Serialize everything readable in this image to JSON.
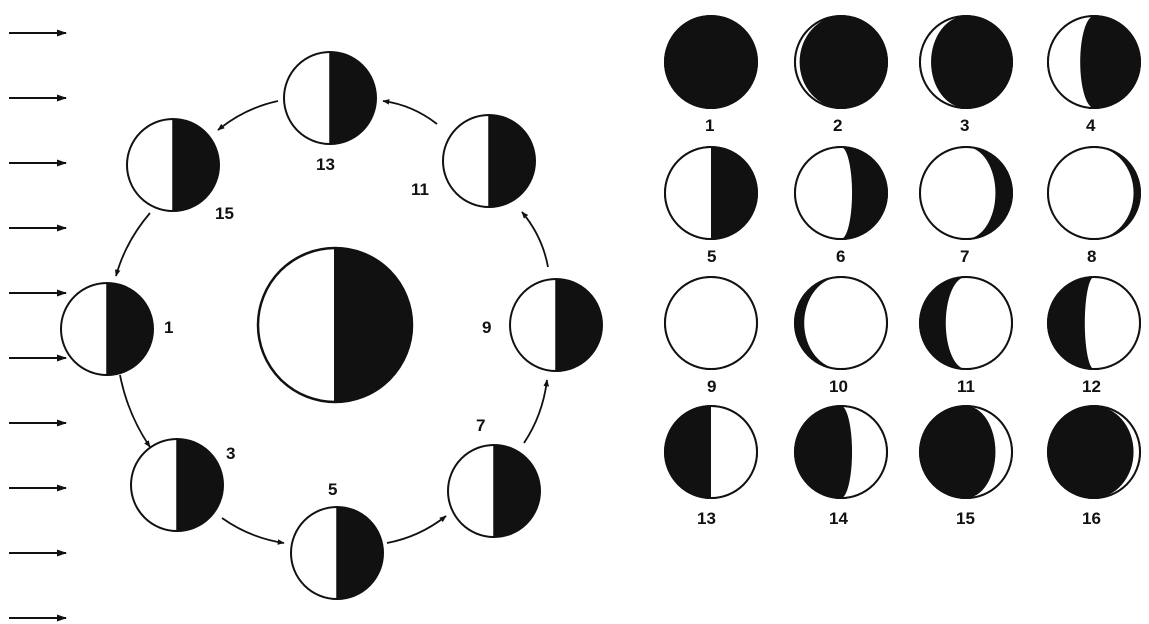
{
  "diagram": {
    "colors": {
      "ink": "#111111",
      "lit": "#ffffff"
    },
    "sunlight_arrows": {
      "count": 10
    },
    "orbit": {
      "center_body": "earth",
      "moons": [
        {
          "label": "1"
        },
        {
          "label": "3"
        },
        {
          "label": "5"
        },
        {
          "label": "7"
        },
        {
          "label": "9"
        },
        {
          "label": "11"
        },
        {
          "label": "13"
        },
        {
          "label": "15"
        }
      ]
    },
    "phases": [
      {
        "label": "1"
      },
      {
        "label": "2"
      },
      {
        "label": "3"
      },
      {
        "label": "4"
      },
      {
        "label": "5"
      },
      {
        "label": "6"
      },
      {
        "label": "7"
      },
      {
        "label": "8"
      },
      {
        "label": "9"
      },
      {
        "label": "10"
      },
      {
        "label": "11"
      },
      {
        "label": "12"
      },
      {
        "label": "13"
      },
      {
        "label": "14"
      },
      {
        "label": "15"
      },
      {
        "label": "16"
      }
    ]
  }
}
